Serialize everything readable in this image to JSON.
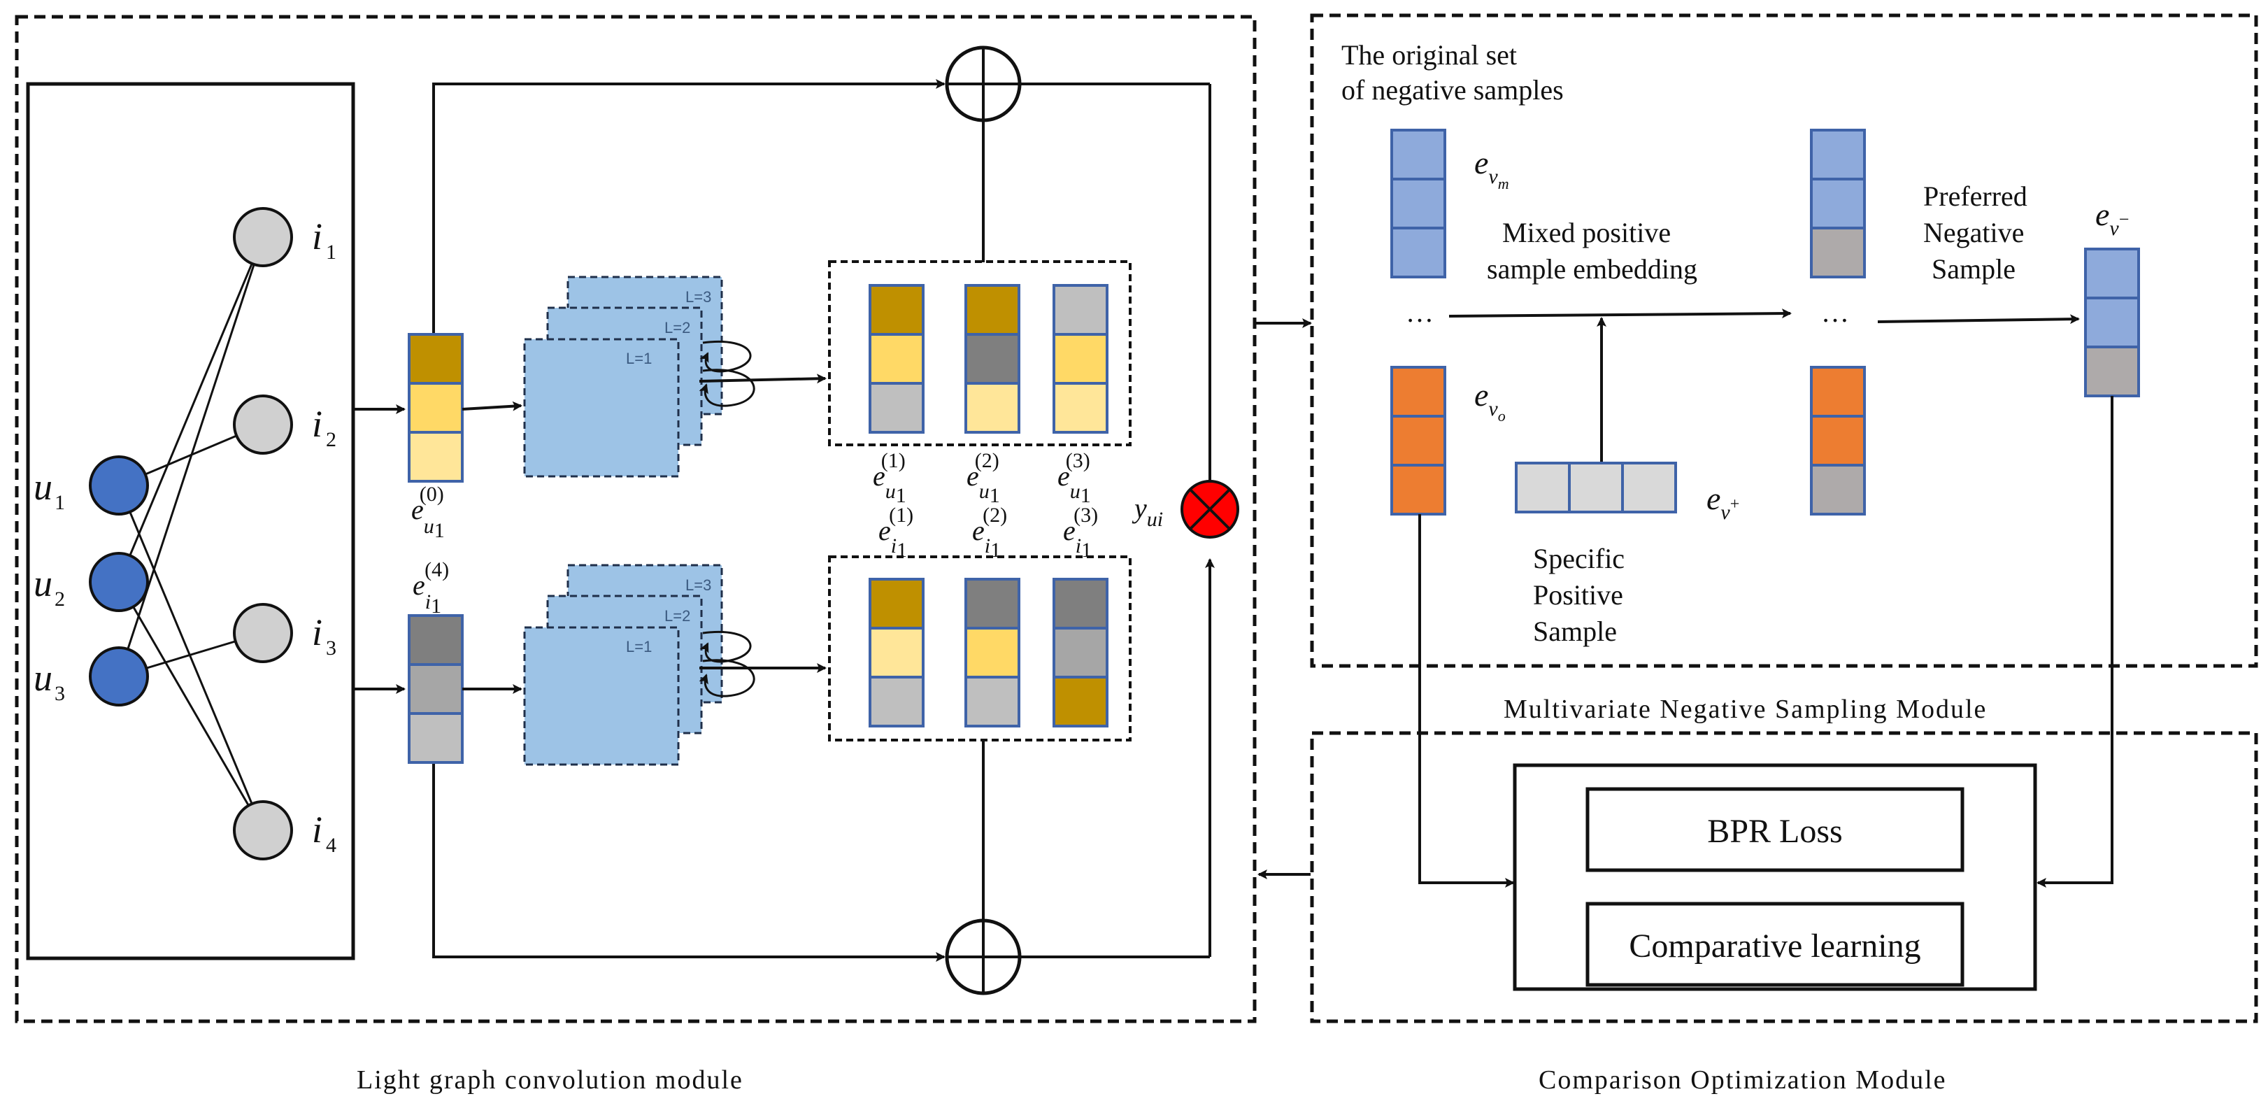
{
  "colors": {
    "user_node": "#4472c4",
    "item_node": "#d0d0d0",
    "layer_fill": "#9dc3e6",
    "dark_gold": "#bf9000",
    "gold": "#ffd966",
    "light_gold": "#ffe699",
    "gray": "#bfbfbf",
    "dark_gray": "#7f7f7f",
    "mid_gray": "#a6a6a6",
    "blue_cell": "#8eaadb",
    "orange": "#ed7d31",
    "gray_cell": "#aeaaaa",
    "light_cell": "#d9d9d9",
    "product_red": "#ff0000"
  },
  "graph": {
    "users": [
      "u1",
      "u2",
      "u3"
    ],
    "items": [
      "i1",
      "i2",
      "i3",
      "i4"
    ]
  },
  "lgc": {
    "layers_top": [
      "L=3",
      "L=2",
      "L=1"
    ],
    "layers_bottom": [
      "L=3",
      "L=2",
      "L=1"
    ],
    "input_user": {
      "base": "e",
      "sup": "(0)",
      "sub": "u",
      "subsub": "1"
    },
    "input_item": {
      "base": "e",
      "sup": "(4)",
      "sub": "i",
      "subsub": "1"
    },
    "user_layer_embeddings": [
      {
        "base": "e",
        "sup": "(1)",
        "sub": "u",
        "subsub": "1"
      },
      {
        "base": "e",
        "sup": "(2)",
        "sub": "u",
        "subsub": "1"
      },
      {
        "base": "e",
        "sup": "(3)",
        "sub": "u",
        "subsub": "1"
      }
    ],
    "item_layer_embeddings": [
      {
        "base": "e",
        "sup": "(1)",
        "sub": "i",
        "subsub": "1"
      },
      {
        "base": "e",
        "sup": "(2)",
        "sub": "i",
        "subsub": "1"
      },
      {
        "base": "e",
        "sup": "(3)",
        "sub": "i",
        "subsub": "1"
      }
    ],
    "prediction": {
      "base": "y",
      "sub": "ui"
    },
    "module_label": "Light graph convolution module"
  },
  "mns": {
    "original_set_line1": "The original set",
    "original_set_line2": "of negative samples",
    "e_vm": {
      "base": "e",
      "sub": "v",
      "subsub": "m"
    },
    "e_vo": {
      "base": "e",
      "sub": "v",
      "subsub": "o"
    },
    "e_vplus": {
      "base": "e",
      "sub": "v",
      "subsup": "+"
    },
    "e_vminus": {
      "base": "e",
      "sub": "v",
      "subsup": "−"
    },
    "ellipsis": "…",
    "mixed_line1": "Mixed positive",
    "mixed_line2": "sample embedding",
    "preferred_line1": "Preferred",
    "preferred_line2": "Negative",
    "preferred_line3": "Sample",
    "specific_line1": "Specific",
    "specific_line2": "Positive",
    "specific_line3": "Sample",
    "module_label": "Multivariate Negative Sampling Module"
  },
  "com": {
    "bpr_loss": "BPR Loss",
    "comparative_learning": "Comparative learning",
    "module_label": "Comparison Optimization Module"
  }
}
